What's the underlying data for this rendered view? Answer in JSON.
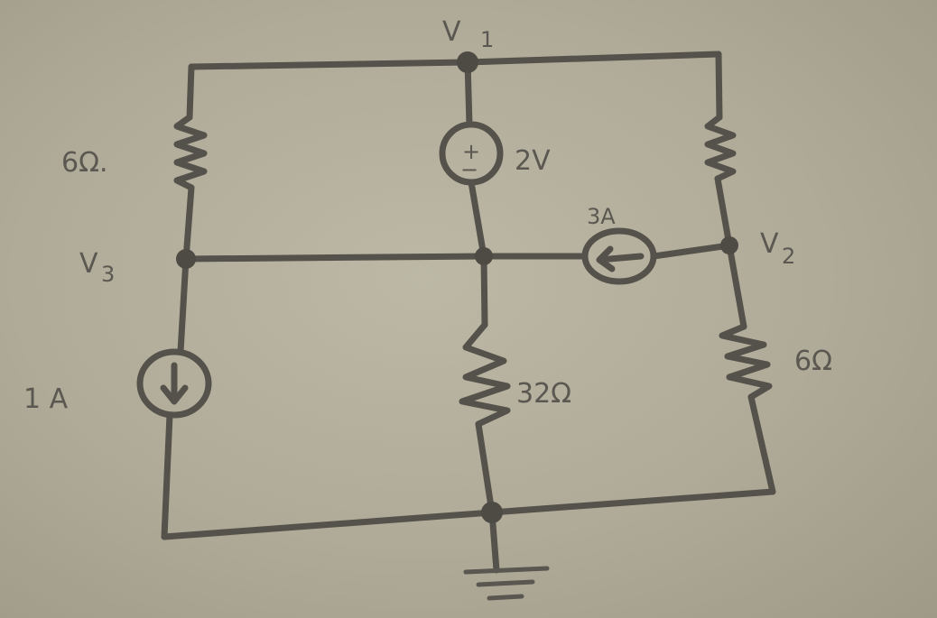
{
  "diagram": {
    "type": "circuit-schematic",
    "style": "hand-drawn",
    "nodes": [
      {
        "id": "v1",
        "label": "V1"
      },
      {
        "id": "v2",
        "label": "V2"
      },
      {
        "id": "v3",
        "label": "V3"
      },
      {
        "id": "ground",
        "label": ""
      }
    ],
    "labels": {
      "v1": "V",
      "v1_sub": "1",
      "v2": "V",
      "v2_sub": "2",
      "v3": "V",
      "v3_sub": "3",
      "r_left": "6Ω.",
      "r_bottom_right": "6Ω",
      "r_center": "32Ω",
      "voltage_source": "2V",
      "vs_plus": "+",
      "vs_minus": "−",
      "current_source_3a": "3A",
      "current_source_1a": "1 A"
    },
    "components": [
      {
        "id": "R1",
        "type": "resistor",
        "value": "6Ω",
        "between": [
          "v1",
          "v3"
        ]
      },
      {
        "id": "R2",
        "type": "resistor",
        "value": "",
        "between": [
          "v1",
          "v2"
        ]
      },
      {
        "id": "R3",
        "type": "resistor",
        "value": "6Ω",
        "between": [
          "v2",
          "ground"
        ]
      },
      {
        "id": "R4",
        "type": "resistor",
        "value": "32Ω",
        "between": [
          "v3",
          "ground"
        ]
      },
      {
        "id": "VS1",
        "type": "voltage-source",
        "value": "2V",
        "between": [
          "v1",
          "v3"
        ],
        "polarity": "+ top"
      },
      {
        "id": "IS1",
        "type": "current-source",
        "value": "3A",
        "between": [
          "v2",
          "v3"
        ],
        "direction": "left"
      },
      {
        "id": "IS2",
        "type": "current-source",
        "value": "1 A",
        "between": [
          "v3",
          "ground"
        ],
        "direction": "down"
      }
    ]
  }
}
